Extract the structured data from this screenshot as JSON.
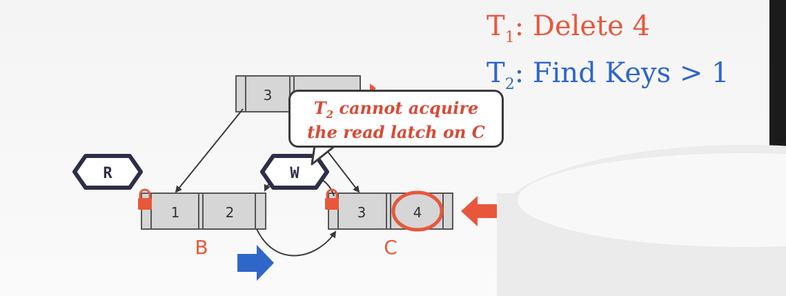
{
  "legend": {
    "t1": {
      "label": "T",
      "sub": "1",
      "text": ": Delete 4"
    },
    "t2": {
      "label": "T",
      "sub": "2",
      "text": ": Find Keys > 1"
    }
  },
  "root": {
    "keys": [
      "3"
    ]
  },
  "node_b": {
    "keys": [
      "1",
      "2"
    ],
    "label": "B"
  },
  "node_c": {
    "keys": [
      "3",
      "4"
    ],
    "label": "C"
  },
  "latch_read": "R",
  "latch_write": "W",
  "callout": {
    "line1_prefix": "T",
    "line1_sub": "2",
    "line1_rest": " cannot acquire",
    "line2": "the read latch on C"
  },
  "colors": {
    "red": "#e8573c",
    "blue": "#2f66c9",
    "node_fill": "#d6d6d6",
    "dark": "#2e2e48"
  },
  "icons": [
    "lock-icon",
    "right-arrow-icon",
    "left-arrow-icon"
  ]
}
